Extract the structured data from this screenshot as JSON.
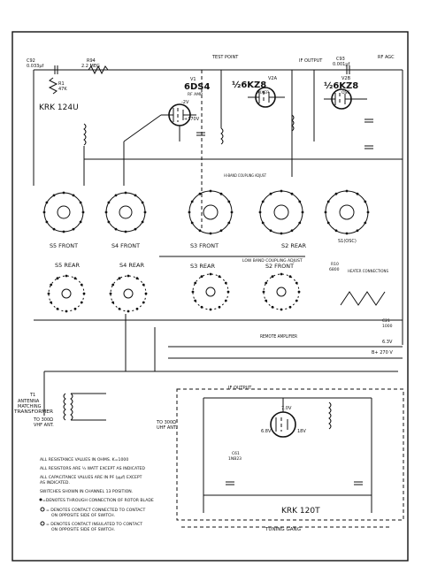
{
  "diagram": {
    "tuner_name": "KRK 124U",
    "tuner_name_lower": "KRK 120T",
    "labels": {
      "test_point": "TEST POINT",
      "if_output_top": "IF OUTPUT",
      "rf_agc": "RF AGC",
      "c92": "C92",
      "c92_val": "0.033μf",
      "r94": "R94",
      "r94_val": "2.2 MEG",
      "c93": "C93",
      "c93_val": "0.001μf",
      "r1": "R1",
      "r1_val": "47K",
      "tube_v1": "6DS4",
      "tube_v1_ref": "V1",
      "tube_v1_role": "RF AMP",
      "tube_v2a": "½6KZ8",
      "tube_v2a_ref": "V2A",
      "tube_v2a_role": "MIXER",
      "tube_v2b": "½6KZ8",
      "tube_v2b_ref": "V2B",
      "tube_v2b_role": "OSC",
      "v_minus2": "-2V",
      "v_plus170": "+170V",
      "hi_band": "HI-BAND COUPLING ADJUST",
      "low_band": "LOW BAND COUPLING ADJUST",
      "s5_front": "S5 FRONT",
      "s4_front": "S4 FRONT",
      "s3_front": "S3 FRONT",
      "s2_rear": "S2 REAR",
      "s1_osc": "S1(OSC)",
      "s5_rear": "S5 REAR",
      "s4_rear": "S4 REAR",
      "s3_rear": "S3 REAR",
      "s2_front": "S2 FRONT",
      "heater": "HEATER CONNECTIONS",
      "remote_amp": "REMOTE AMPLIFIER",
      "v63": "6.3V",
      "b270": "B+ 270 V",
      "antenna_1": "T1",
      "antenna_2": "ANTENNA",
      "antenna_3": "MATCHING",
      "antenna_4": "TRANSFORMER",
      "vhf_ant_1": "TO 300Ω",
      "vhf_ant_2": "VHF ANT.",
      "uhf_ant_1": "TO 300Ω",
      "uhf_ant_2": "UHF ANT.",
      "if_output_lower": "IF OUTPUT",
      "tuning_gang": "TUNING GANG",
      "tube_v1_lower_v": "7.0V",
      "tube_v1_lower_v2": "6.8V",
      "tube_v1_lower_v3": "18V",
      "c61": "C61",
      "c61_val": "1NB23",
      "r10": "R10",
      "r10_val": "6800",
      "c21": "C21",
      "c21_val": "1000"
    },
    "notes": [
      "ALL RESISTANCE VALUES IN OHMS.   K=1000",
      "ALL RESISTORS ARE ½ WATT EXCEPT AS INDICATED",
      "ALL CAPACITANCE VALUES ARE IN PF (μμf) EXCEPT",
      "AS INDICATED.",
      "SWITCHES SHOWN IN CHANNEL 13 POSITION.",
      "=DENOTES THROUGH CONNECTION OF ROTOR BLADE",
      "= DENOTES CONTACT CONNECTED TO CONTACT",
      "ON OPPOSITE SIDE OF SWITCH.",
      "= DENOTES CONTACT INSULATED TO CONTACT",
      "ON OPPOSITE SIDE OF SWITCH."
    ]
  }
}
